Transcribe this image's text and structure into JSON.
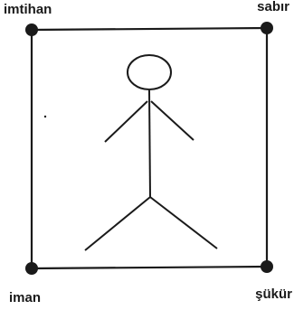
{
  "corners": {
    "top_left": "imtihan",
    "top_right": "sabır",
    "bottom_left": "iman",
    "bottom_right": "şükür"
  }
}
